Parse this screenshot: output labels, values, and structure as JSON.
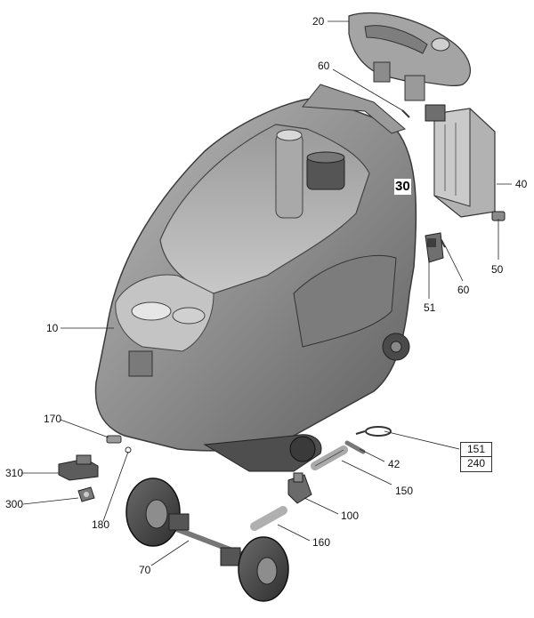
{
  "diagram": {
    "callouts": {
      "c20": "20",
      "c60_top": "60",
      "c40": "40",
      "c30": "30",
      "c50": "50",
      "c60_mid": "60",
      "c51": "51",
      "c10": "10",
      "c170": "170",
      "c151": "151",
      "c240": "240",
      "c42": "42",
      "c310": "310",
      "c150": "150",
      "c300": "300",
      "c100": "100",
      "c180": "180",
      "c160": "160",
      "c70": "70"
    }
  }
}
